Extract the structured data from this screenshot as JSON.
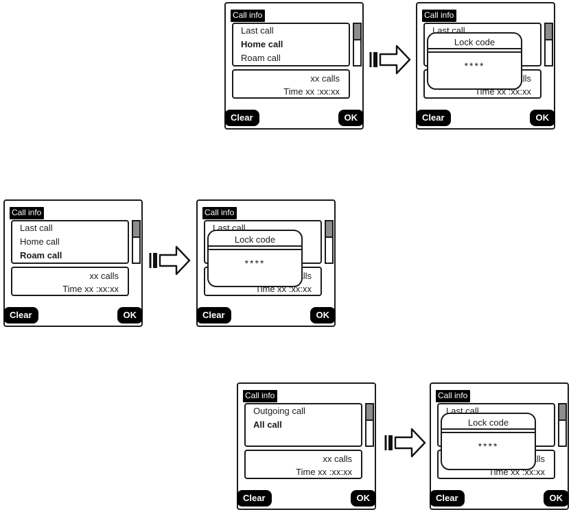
{
  "colors": {
    "ink": "#1a1a1a",
    "highlight_bg": "#000000",
    "highlight_text": "#ffffff",
    "scroll_thumb": "#8d8d8d",
    "screen_bg": "#ffffff",
    "page_bg": "#ffffff"
  },
  "icons": {
    "flow_arrow": "striped-right-arrow-icon"
  },
  "screens": [
    {
      "position": "row1-left",
      "header": "Call info",
      "list": {
        "items": [
          {
            "label": "Last call",
            "bold": false
          },
          {
            "label": "Home call",
            "bold": true
          },
          {
            "label": "Roam call",
            "bold": false
          }
        ]
      },
      "scrollbar": {
        "thumb_position": "top"
      },
      "stats": {
        "calls": "xx calls",
        "time": "Time xx :xx:xx"
      },
      "softkeys": {
        "left": "Clear",
        "right": "OK"
      }
    },
    {
      "position": "row1-right",
      "header": "Call info",
      "list": {
        "items": [
          {
            "label": "Last call",
            "bold": false
          }
        ]
      },
      "scrollbar": {
        "thumb_position": "top"
      },
      "stats": {
        "calls": "xx calls",
        "time": "Time xx :xx:xx"
      },
      "softkeys": {
        "left": "Clear",
        "right": "OK"
      },
      "popup": {
        "title": "Lock code",
        "code": "****"
      }
    },
    {
      "position": "row2-left",
      "header": "Call info",
      "list": {
        "items": [
          {
            "label": "Last call",
            "bold": false
          },
          {
            "label": "Home call",
            "bold": false
          },
          {
            "label": "Roam call",
            "bold": true
          }
        ]
      },
      "scrollbar": {
        "thumb_position": "top"
      },
      "stats": {
        "calls": "xx calls",
        "time": "Time xx :xx:xx"
      },
      "softkeys": {
        "left": "Clear",
        "right": "OK"
      }
    },
    {
      "position": "row2-right",
      "header": "Call info",
      "list": {
        "items": [
          {
            "label": "Last call",
            "bold": false
          }
        ]
      },
      "scrollbar": {
        "thumb_position": "top"
      },
      "stats": {
        "calls": "xx calls",
        "time": "Time xx :xx:xx"
      },
      "softkeys": {
        "left": "Clear",
        "right": "OK"
      },
      "popup": {
        "title": "Lock code",
        "code": "****"
      }
    },
    {
      "position": "row3-left",
      "header": "Call info",
      "list": {
        "items": [
          {
            "label": "Outgoing call",
            "bold": false
          },
          {
            "label": "All call",
            "bold": true
          }
        ]
      },
      "scrollbar": {
        "thumb_position": "top"
      },
      "stats": {
        "calls": "xx calls",
        "time": "Time xx :xx:xx"
      },
      "softkeys": {
        "left": "Clear",
        "right": "OK"
      }
    },
    {
      "position": "row3-right",
      "header": "Call info",
      "list": {
        "items": [
          {
            "label": "Last call",
            "bold": false
          }
        ]
      },
      "scrollbar": {
        "thumb_position": "top"
      },
      "stats": {
        "calls": "xx calls",
        "time": "Time xx :xx:xx"
      },
      "softkeys": {
        "left": "Clear",
        "right": "OK"
      },
      "popup": {
        "title": "Lock code",
        "code": "****"
      }
    }
  ]
}
